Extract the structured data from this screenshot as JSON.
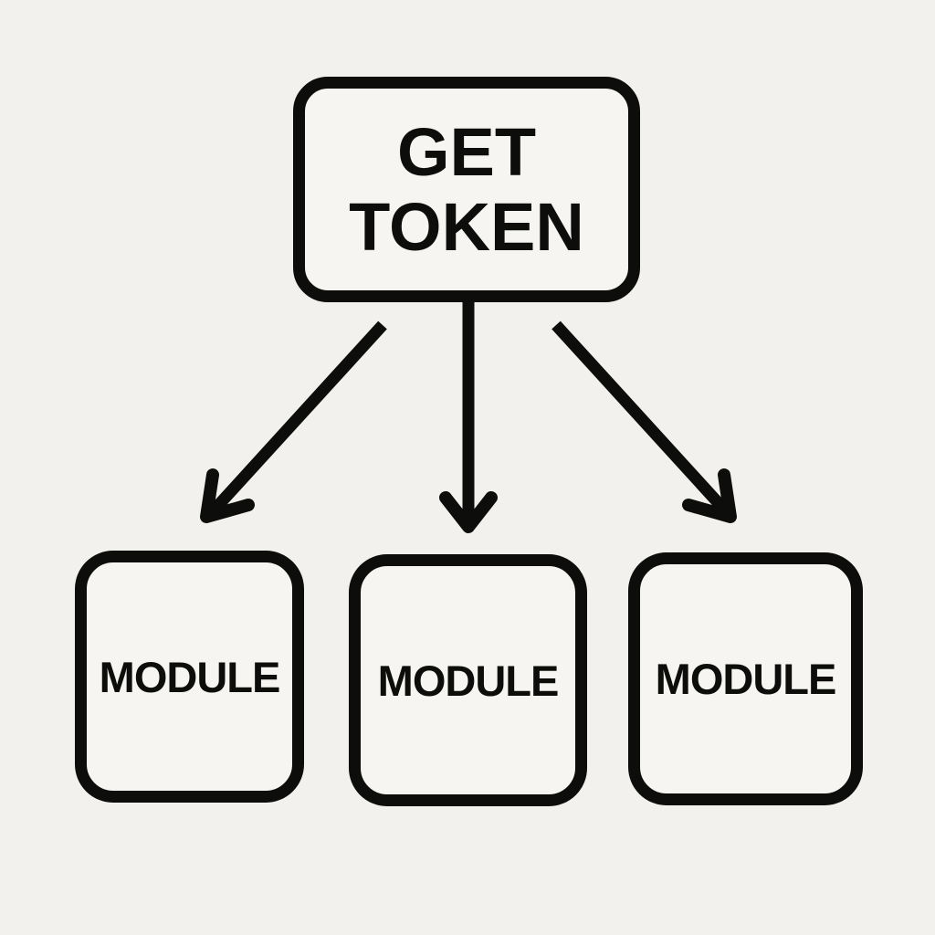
{
  "diagram": {
    "title": "token-distribution-flowchart",
    "background_color": "#f2f1ed",
    "node_fill_color": "#f6f5f1",
    "ink_color": "#0d0d0b",
    "nodes": [
      {
        "id": "get-token",
        "label": "GET TOKEN",
        "role": "root"
      },
      {
        "id": "module-1",
        "label": "MODULE",
        "role": "child"
      },
      {
        "id": "module-2",
        "label": "MODULE",
        "role": "child"
      },
      {
        "id": "module-3",
        "label": "MODULE",
        "role": "child"
      }
    ],
    "edges": [
      {
        "from": "get-token",
        "to": "module-1",
        "style": "arrow-down-left"
      },
      {
        "from": "get-token",
        "to": "module-2",
        "style": "arrow-down"
      },
      {
        "from": "get-token",
        "to": "module-3",
        "style": "arrow-down-right"
      }
    ]
  }
}
